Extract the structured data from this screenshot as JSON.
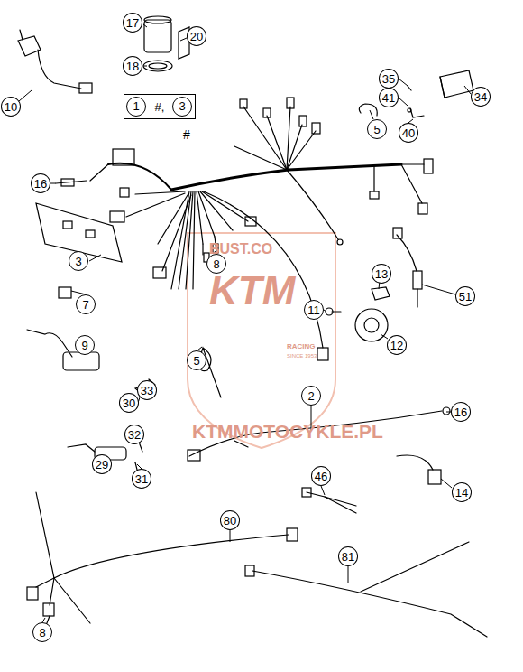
{
  "diagram": {
    "nodes": [
      {
        "text": [
          "17"
        ]
      },
      {
        "text": [
          "20"
        ]
      },
      {
        "text": [
          "18"
        ]
      },
      {
        "text": [
          "#,"
        ]
      },
      {
        "text": [
          "1"
        ],
        "in": 3
      },
      {
        "text": [
          "3"
        ],
        "in": 3
      },
      {
        "text": [
          "35"
        ]
      },
      {
        "text": [
          "41"
        ]
      },
      {
        "text": [
          "34"
        ]
      },
      {
        "text": [
          "10"
        ]
      },
      {
        "text": [
          "5"
        ]
      },
      {
        "text": [
          "40"
        ]
      },
      {
        "text": [
          "16"
        ]
      },
      {
        "text": [
          "3"
        ]
      },
      {
        "text": [
          "8"
        ]
      },
      {
        "text": [
          "13"
        ]
      },
      {
        "text": [
          "51"
        ]
      },
      {
        "text": [
          "7"
        ]
      },
      {
        "text": [
          "11"
        ]
      },
      {
        "text": [
          "12"
        ]
      },
      {
        "text": [
          "9"
        ]
      },
      {
        "text": [
          "5"
        ]
      },
      {
        "text": [
          "33"
        ]
      },
      {
        "text": [
          "2"
        ]
      },
      {
        "text": [
          "30"
        ]
      },
      {
        "text": [
          "16"
        ]
      },
      {
        "text": [
          "32"
        ]
      },
      {
        "text": [
          "29"
        ]
      },
      {
        "text": [
          "31"
        ]
      },
      {
        "text": [
          "46"
        ]
      },
      {
        "text": [
          "14"
        ]
      },
      {
        "text": [
          "80"
        ]
      },
      {
        "text": [
          "81"
        ]
      },
      {
        "text": [
          "8"
        ]
      }
    ],
    "labels": [
      "#",
      "BUST.CO",
      "KTM",
      "RACING",
      "SINCE 1953",
      "KTMMOTOCYKLE.PL"
    ]
  }
}
